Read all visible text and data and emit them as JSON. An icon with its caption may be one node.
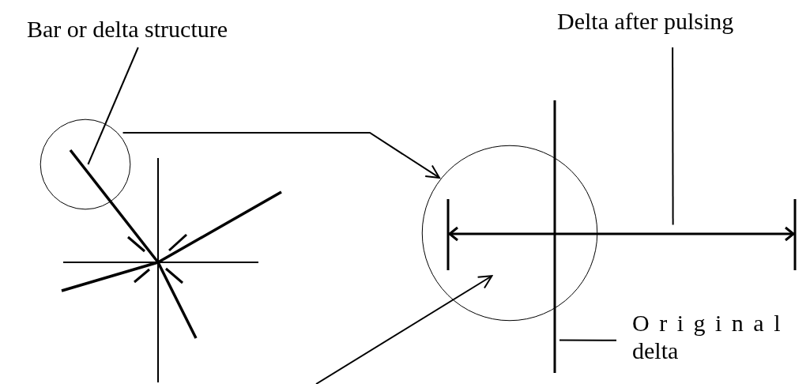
{
  "diagram": {
    "nodes": [
      {
        "text": [
          "Bar or delta structure"
        ]
      },
      {
        "text": [],
        "shape": "circle"
      },
      {
        "text": [
          "Delta after pulsing"
        ]
      },
      {
        "text": [],
        "shape": "circle"
      },
      {
        "text": [],
        "shape": "bar"
      },
      {
        "text": [],
        "shape": "line"
      },
      {
        "text": [
          "Original delta"
        ]
      }
    ],
    "edges": [
      {
        "from": 0,
        "to": 1,
        "arrow": "none"
      },
      {
        "from": 1,
        "to": 3,
        "arrow": "to"
      },
      {
        "from": 2,
        "to": 5,
        "arrow": "none"
      },
      {
        "from": 6,
        "to": 4,
        "arrow": "none"
      },
      {
        "from": null,
        "to": 3,
        "arrow": "to"
      }
    ]
  }
}
